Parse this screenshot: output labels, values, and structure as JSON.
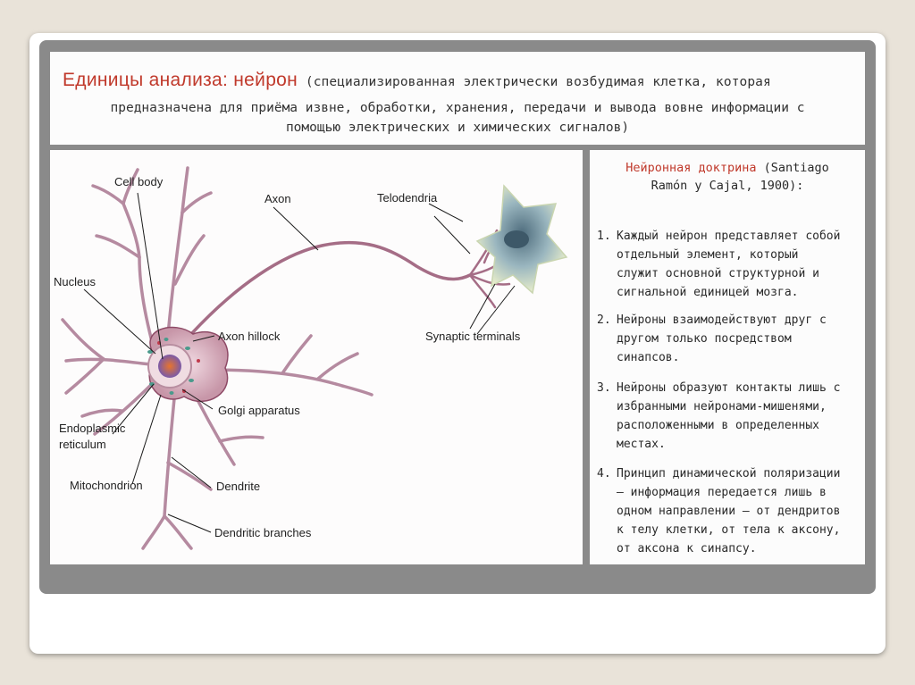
{
  "header": {
    "title_accent": "Единицы анализа: нейрон",
    "title_rest": " (специализированная электрически возбудимая клетка, которая",
    "line2": "предназначена для приёма извне, обработки, хранения, передачи и вывода вовне информации с",
    "line3": "помощью электрических и химических сигналов)"
  },
  "diagram": {
    "labels": {
      "cell_body": "Cell body",
      "axon": "Axon",
      "telodendria": "Telodendria",
      "nucleus": "Nucleus",
      "axon_hillock": "Axon hillock",
      "synaptic_terminals": "Synaptic terminals",
      "golgi": "Golgi apparatus",
      "er_line1": "Endoplasmic",
      "er_line2": "reticulum",
      "mitochondrion": "Mitochondrion",
      "dendrite": "Dendrite",
      "dendritic_branches": "Dendritic branches"
    },
    "colors": {
      "neuron_fill": "#e8c9d4",
      "neuron_stroke": "#8e4a66",
      "nucleus": "#d85a24",
      "target_cell": "#7e9aa6"
    }
  },
  "panel": {
    "title_red": "Нейронная доктрина",
    "title_rest": " (Santiago",
    "title_line2": "Ramón y Cajal, 1900):",
    "points": [
      {
        "num": "1.",
        "lines": [
          "Каждый нейрон представляет собой",
          "отдельный элемент, который",
          "служит основной структурной и",
          "сигнальной единицей мозга."
        ]
      },
      {
        "num": "2.",
        "lines": [
          "Нейроны взаимодействуют друг с",
          "другом только посредством",
          "синапсов."
        ]
      },
      {
        "num": "3.",
        "lines": [
          "Нейроны образуют контакты лишь с",
          "избранными нейронами-мишенями,",
          "расположенными в определенных",
          "местах."
        ]
      },
      {
        "num": "4.",
        "lines": [
          "Принцип динамической поляризации",
          "– информация передается лишь в",
          "одном направлении – от дендритов",
          "к телу клетки, от тела к аксону,",
          "от аксона к синапсу."
        ]
      }
    ]
  }
}
